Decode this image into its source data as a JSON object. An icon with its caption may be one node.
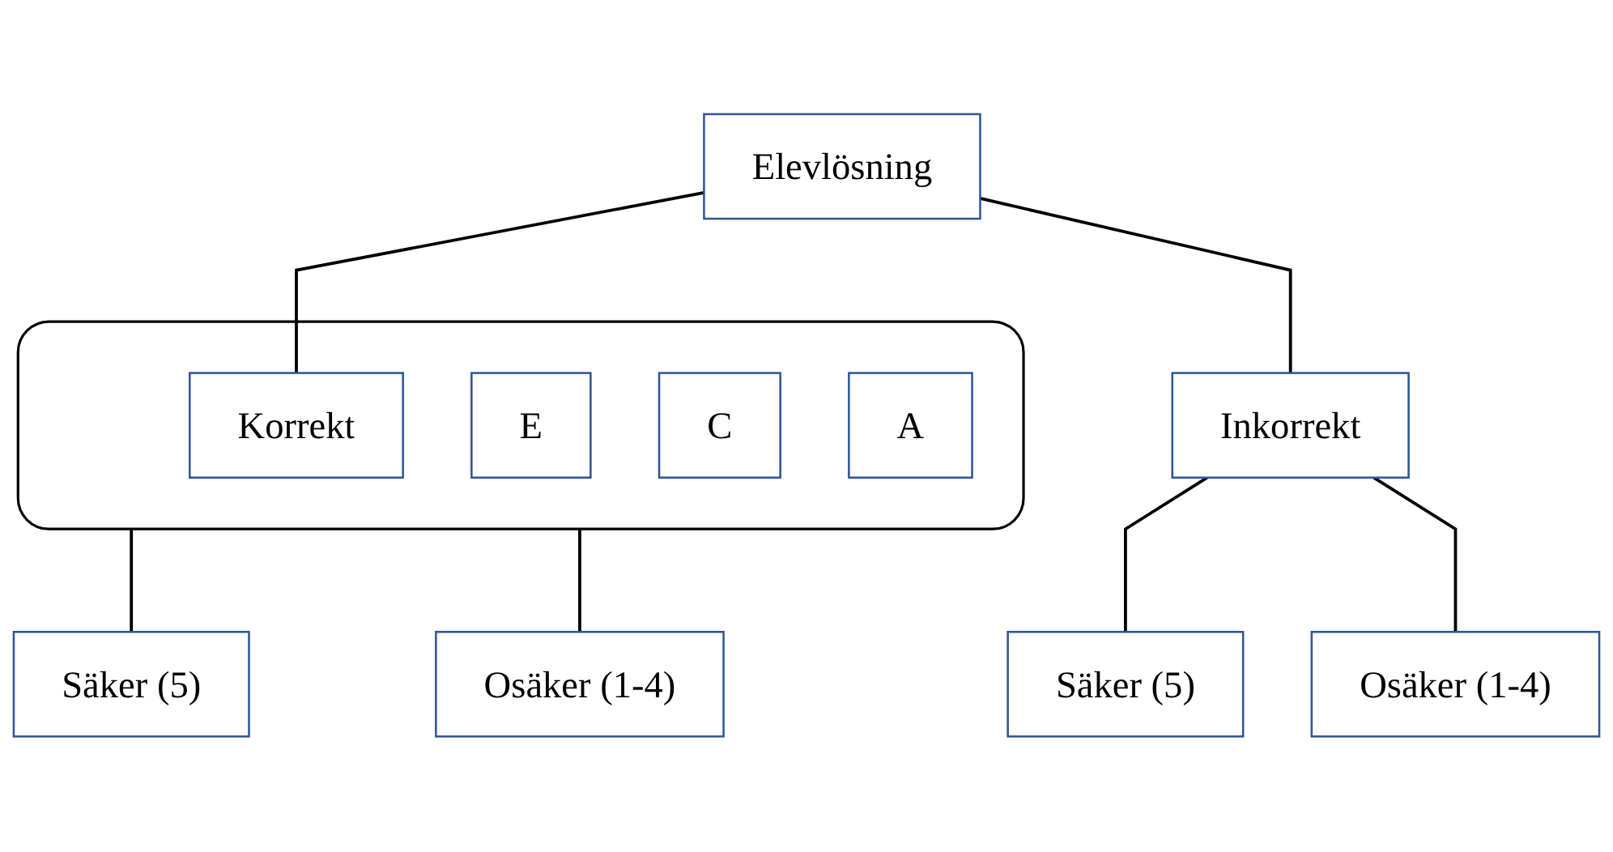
{
  "diagram": {
    "nodes": [
      {
        "text": [
          "Elevlösning"
        ]
      },
      {
        "text": [],
        "shape": "box"
      },
      {
        "text": [
          "Korrekt"
        ],
        "in": 1
      },
      {
        "text": [
          "E"
        ],
        "in": 1
      },
      {
        "text": [
          "C"
        ],
        "in": 1
      },
      {
        "text": [
          "A"
        ],
        "in": 1
      },
      {
        "text": [
          "Inkorrekt"
        ]
      },
      {
        "text": [
          "Säker (5)"
        ]
      },
      {
        "text": [
          "Osäker (1-4)"
        ]
      },
      {
        "text": [
          "Säker (5)"
        ]
      },
      {
        "text": [
          "Osäker (1-4)"
        ]
      }
    ],
    "edges": [
      {
        "from": 0,
        "to": 2,
        "arrow": "none"
      },
      {
        "from": 0,
        "to": 6,
        "arrow": "none"
      },
      {
        "from": 6,
        "to": 7,
        "arrow": "none"
      },
      {
        "from": 6,
        "to": 8,
        "arrow": "none"
      },
      {
        "from": 1,
        "to": 9,
        "arrow": "none"
      },
      {
        "from": 1,
        "to": 10,
        "arrow": "none"
      }
    ]
  }
}
